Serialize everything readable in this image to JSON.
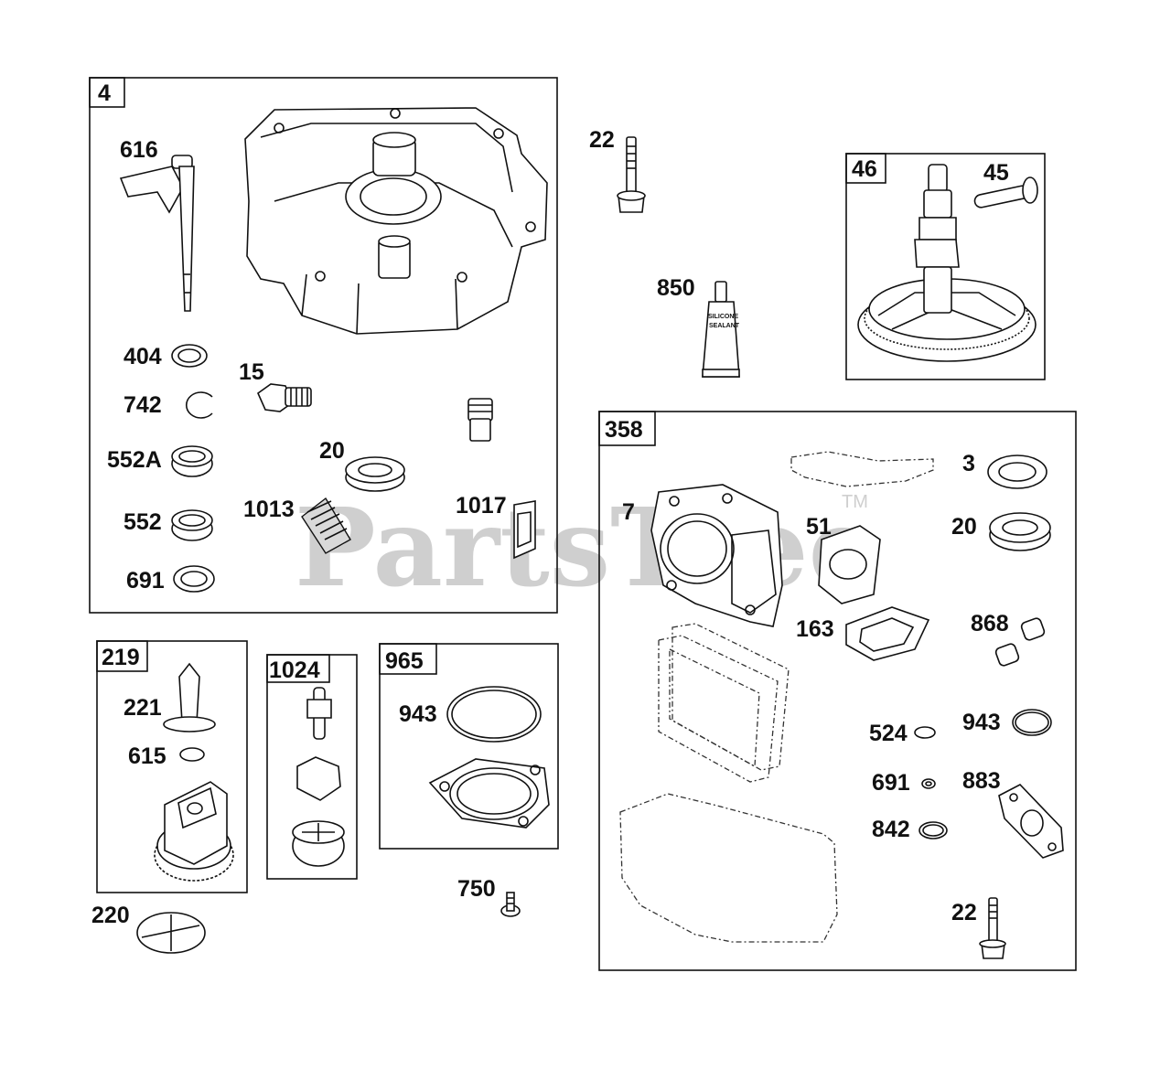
{
  "watermark": {
    "text": "PartsTree",
    "trademark": "TM"
  },
  "tube_label": {
    "line1": "SILICONE",
    "line2": "SEALANT"
  },
  "callouts": {
    "c4": "4",
    "c616": "616",
    "c404": "404",
    "c15": "15",
    "c742": "742",
    "c552A": "552A",
    "c20a": "20",
    "c552": "552",
    "c1013": "1013",
    "c1017": "1017",
    "c691a": "691",
    "c22a": "22",
    "c850": "850",
    "c46": "46",
    "c45": "45",
    "c358": "358",
    "c3": "3",
    "c7": "7",
    "c51": "51",
    "c20b": "20",
    "c163": "163",
    "c868": "868",
    "c524": "524",
    "c943a": "943",
    "c691b": "691",
    "c883": "883",
    "c842": "842",
    "c22b": "22",
    "c219": "219",
    "c221": "221",
    "c615": "615",
    "c220": "220",
    "c1024": "1024",
    "c965": "965",
    "c943b": "943",
    "c750": "750"
  }
}
